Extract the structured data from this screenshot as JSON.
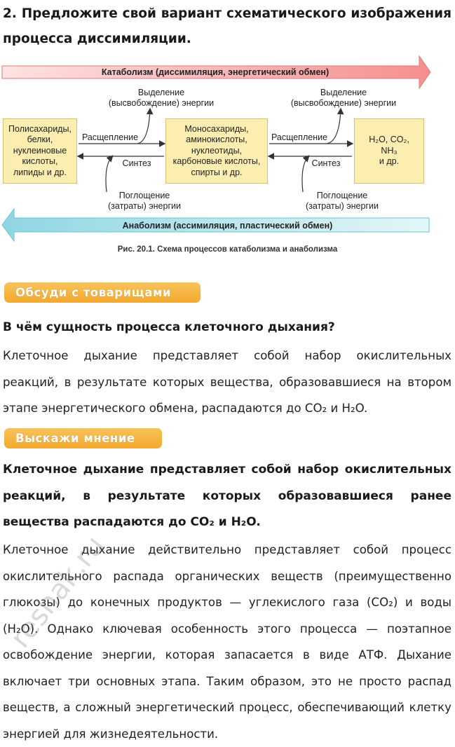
{
  "question": "2. Предложите свой вариант схематического изображения процесса диссимиляции.",
  "figure": {
    "catabolism_banner": "Катаболизм (диссимиляция, энергетический обмен)",
    "anabolism_banner": "Анаболизм (ассимиляция, пластический обмен)",
    "box_left": "Полисахариды,\nбелки,\nнуклеиновые\nкислоты,\nлипиды и др.",
    "box_middle": "Моносахариды,\nаминокислоты,\nнуклеотиды,\nкарбоновые кислоты,\nспирты и др.",
    "box_right_l1": "H₂O, CO₂,",
    "box_right_l2": "NH₃",
    "box_right_l3": "и др.",
    "release_energy": "Выделение\n(высвобождение) энергии",
    "absorb_energy": "Поглощение\n(затраты) энергии",
    "splitting": "Расщепление",
    "synthesis": "Синтез",
    "caption": "Рис. 20.1.  Схема процессов катаболизма и анаболизма"
  },
  "discuss_label": "Обсуди с товарищами",
  "discuss_question": "В чём сущность процесса клеточного дыхания?",
  "discuss_answer": "Клеточное дыхание представляет собой набор окислительных реакций, в результате которых вещества, образовавшиеся на втором этапе энергетического обмена, распадаются до CO₂ и H₂O.",
  "opinion_label": "Выскажи мнение",
  "opinion_statement": "Клеточное дыхание представляет собой набор окислительных реакций, в результате которых образовавшиеся ранее вещества распадаются до CO₂ и H₂O.",
  "opinion_answer": "Клеточное дыхание действительно представляет собой процесс окислительного распада органических веществ (преимущественно глюкозы) до конечных продуктов — углекислого газа (CO₂) и воды (H₂O). Однако ключевая особенность этого процесса — поэтапное освобождение энергии, которая запасается в виде АТФ. Дыхание включает три основных этапа. Таким образом, это не просто распад веществ, а сложный энергетический процесс, обеспечивающий клетку энергией для жизнедеятельности.",
  "watermark": "reshak.ru",
  "colors": {
    "catabolism_fill": "#f7a5a5",
    "anabolism_fill": "#aee3ea",
    "box_fill": "#fbeeb0",
    "pill_fill": "#f5b23e"
  }
}
